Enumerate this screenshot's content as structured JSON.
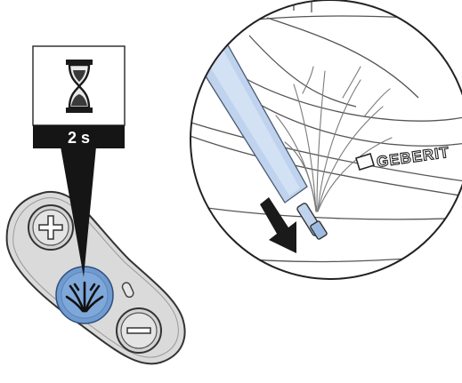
{
  "timer": {
    "icon": "hourglass-icon",
    "duration_label": "2 s"
  },
  "remote": {
    "plus_button": "plus-icon",
    "spray_button": "spray-icon",
    "minus_button": "minus-icon",
    "indicator": "led-indicator",
    "accent_color": "#6f9bd1"
  },
  "detail": {
    "brand_label": "GEBERIT",
    "action": "arrow-down-icon",
    "nozzle_color": "#bfd3ee"
  }
}
